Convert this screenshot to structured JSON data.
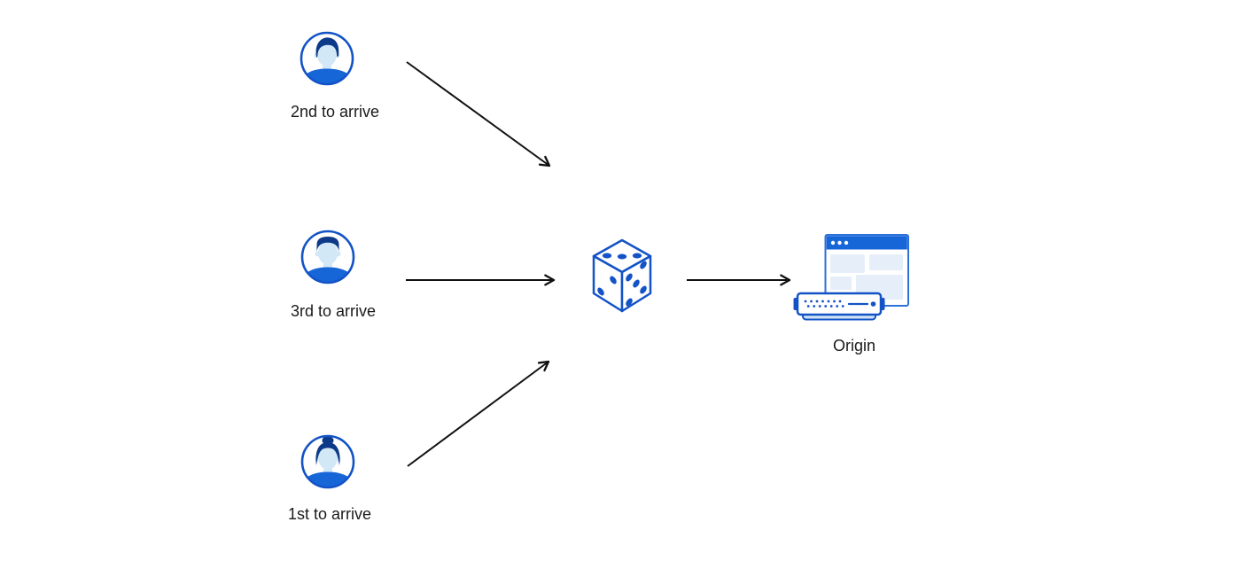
{
  "colors": {
    "primary_blue": "#1766d8",
    "stroke_blue": "#1353c6",
    "dark_navy": "#0d3a88",
    "face_blue": "#d3e8f7",
    "block_blue": "#e6eff9",
    "server_base_blue": "#cfe3f6",
    "window_border_blue": "#2d72d9",
    "arrow_color": "#111111",
    "text_color": "#1a1a1a"
  },
  "diagram": {
    "clients": [
      {
        "label": "2nd to arrive",
        "avatar": "man-swept-hair-avatar"
      },
      {
        "label": "3rd to arrive",
        "avatar": "man-short-hair-avatar"
      },
      {
        "label": "1st to arrive",
        "avatar": "woman-hair-bun-avatar"
      }
    ],
    "selector": {
      "icon": "dice-icon"
    },
    "origin": {
      "label": "Origin",
      "icon": "browser-window-and-server-icon"
    },
    "connections": [
      {
        "from": "client-2nd-to-arrive",
        "to": "dice"
      },
      {
        "from": "client-3rd-to-arrive",
        "to": "dice"
      },
      {
        "from": "client-1st-to-arrive",
        "to": "dice"
      },
      {
        "from": "dice",
        "to": "origin"
      }
    ]
  }
}
